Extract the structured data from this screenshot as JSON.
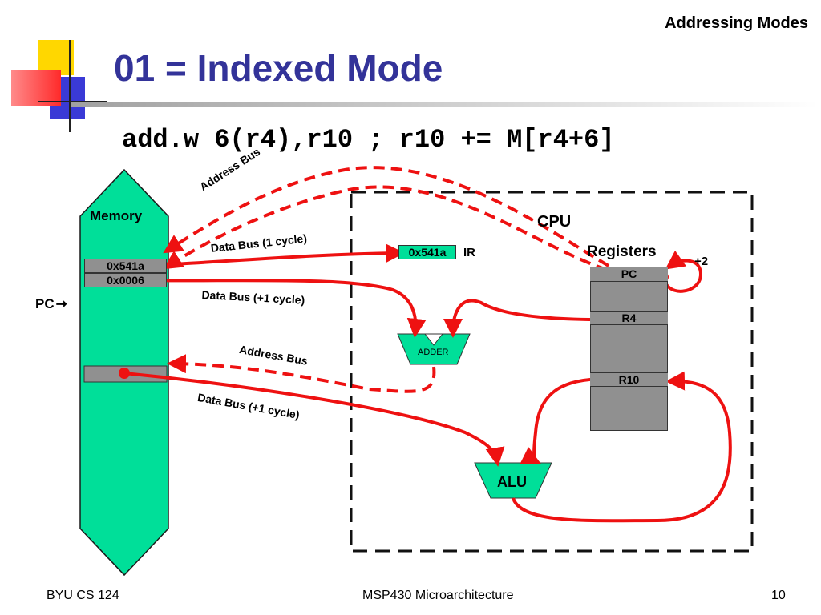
{
  "header": {
    "section": "Addressing Modes"
  },
  "title": "01 = Indexed Mode",
  "instruction": "add.w 6(r4),r10 ; r10 += M[r4+6]",
  "memory": {
    "label": "Memory",
    "cells": [
      "0x541a",
      "0x0006"
    ],
    "pc_label": "PC"
  },
  "cpu": {
    "label": "CPU",
    "ir_value": "0x541a",
    "ir_label": "IR",
    "registers_label": "Registers",
    "regs": [
      "PC",
      "R4",
      "R10"
    ],
    "pc_increment": "+2",
    "adder_label": "ADDER",
    "alu_label": "ALU"
  },
  "buses": {
    "address_bus_top": "Address Bus",
    "data_bus_1": "Data Bus (1 cycle)",
    "data_bus_2": "Data Bus (+1 cycle)",
    "address_bus_mid": "Address Bus",
    "data_bus_3": "Data Bus (+1 cycle)"
  },
  "colors": {
    "title": "#333399",
    "memory_fill": "#00df99",
    "bus_red": "#ee1111",
    "register_gray": "#909090"
  },
  "footer": {
    "left": "BYU CS 124",
    "center": "MSP430 Microarchitecture",
    "page": "10"
  }
}
